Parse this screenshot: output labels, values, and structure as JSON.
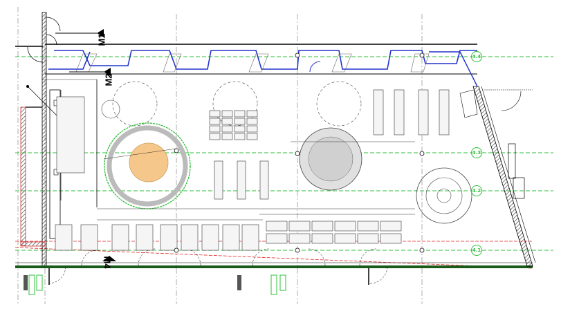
{
  "drawing": {
    "section_marks": [
      "M1",
      "M2",
      "M4"
    ],
    "grid_axes": [
      "4.4",
      "4.3",
      "4.2",
      "4.1"
    ]
  },
  "colors": {
    "wall": "#000000",
    "window_line": "#2233cc",
    "grid_line": "#2fbf3a",
    "demolition_line": "#e02020",
    "highlight_area": "#f5c78a",
    "dimension_text": "#c06a1a"
  }
}
